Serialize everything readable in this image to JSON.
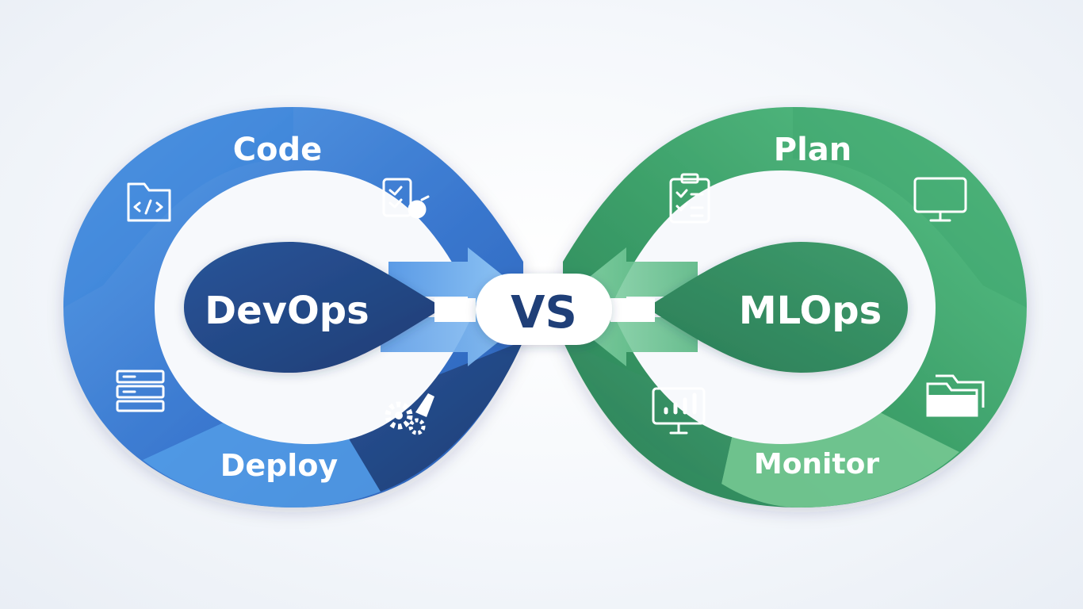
{
  "left": {
    "title": "DevOps",
    "label_top": "Code",
    "label_bottom": "Deploy",
    "icons": [
      "code-file-icon",
      "checklist-gear-icon",
      "server-rack-icon",
      "gears-rocket-icon"
    ],
    "colors": {
      "outer": "#3f82d6",
      "inner": "#22477f",
      "arrow": "#7fb5ee"
    }
  },
  "right": {
    "title": "MLOps",
    "label_top": "Plan",
    "label_bottom": "Monitor",
    "icons": [
      "clipboard-checklist-icon",
      "monitor-icon",
      "chart-monitor-icon",
      "folders-icon"
    ],
    "colors": {
      "outer": "#3fa86d",
      "inner": "#2f8a5e",
      "arrow": "#6cc591"
    }
  },
  "center": {
    "label": "VS",
    "color": "#1f3f78"
  }
}
